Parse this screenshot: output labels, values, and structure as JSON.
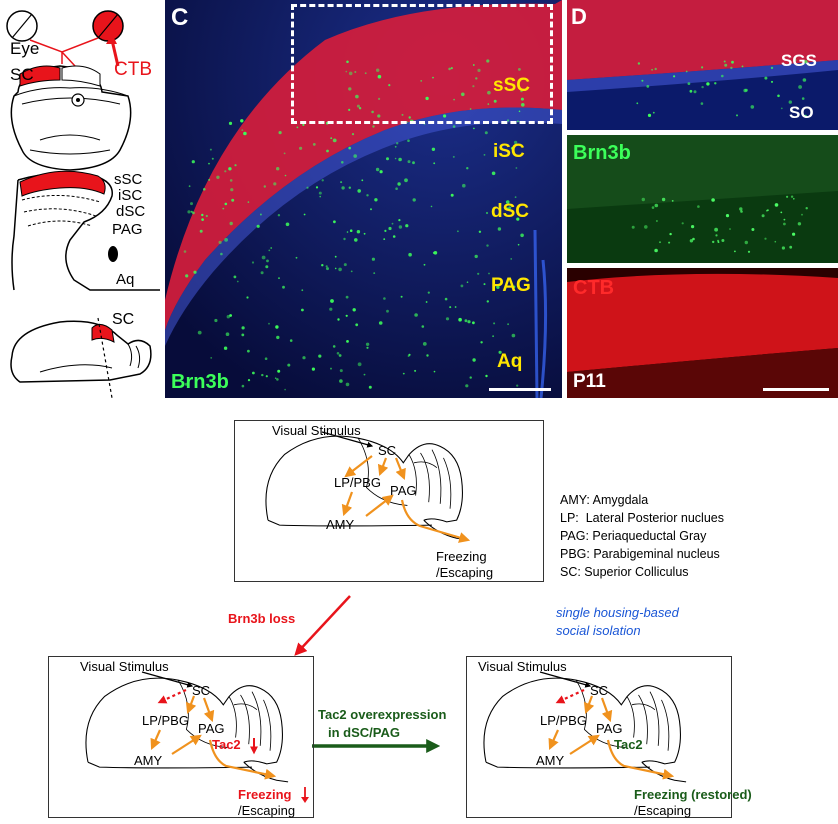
{
  "left": {
    "eye": "Eye",
    "sc": "SC",
    "ctb": "CTB",
    "layers": [
      "sSC",
      "iSC",
      "dSC",
      "PAG",
      "Aq"
    ],
    "sagittal_sc": "SC"
  },
  "panel_c": {
    "letter": "C",
    "layers": [
      "sSC",
      "iSC",
      "dSC",
      "PAG",
      "Aq"
    ],
    "marker": "Brn3b"
  },
  "panel_d": {
    "letter": "D",
    "sgs": "SGS",
    "so": "SO",
    "brn3b": "Brn3b",
    "ctb": "CTB",
    "age": "P11"
  },
  "diagram": {
    "top": {
      "visual": "Visual Stimulus",
      "sc": "SC",
      "lppbg": "LP/PBG",
      "pag": "PAG",
      "amy": "AMY",
      "freezing": "Freezing",
      "escaping": "/Escaping"
    },
    "legend": [
      "AMY: Amygdala",
      "LP:  Lateral Posterior nuclues",
      "PAG: Periaqueductal Gray",
      "PBG: Parabigeminal nucleus",
      "SC: Superior Colliculus"
    ],
    "brn3b_loss": "Brn3b loss",
    "isolation": [
      "single housing-based",
      "social isolation"
    ],
    "overexpression": [
      "Tac2 overexpression",
      "in dSC/PAG"
    ],
    "bottom_left": {
      "visual": "Visual Stimulus",
      "sc": "SC",
      "lppbg": "LP/PBG",
      "pag": "PAG",
      "tac2": "Tac2",
      "amy": "AMY",
      "freezing": "Freezing",
      "escaping": "/Escaping"
    },
    "bottom_right": {
      "visual": "Visual Stimulus",
      "sc": "SC",
      "lppbg": "LP/PBG",
      "pag": "PAG",
      "tac2": "Tac2",
      "amy": "AMY",
      "freezing": "Freezing (restored)",
      "escaping": "/Escaping"
    }
  },
  "colors": {
    "red": "#e8141b",
    "orange": "#f0921e",
    "green": "#1a6b1a",
    "yellow": "#ffe600",
    "blue": "#1a56d6",
    "fluor_green": "#3cff5a"
  }
}
